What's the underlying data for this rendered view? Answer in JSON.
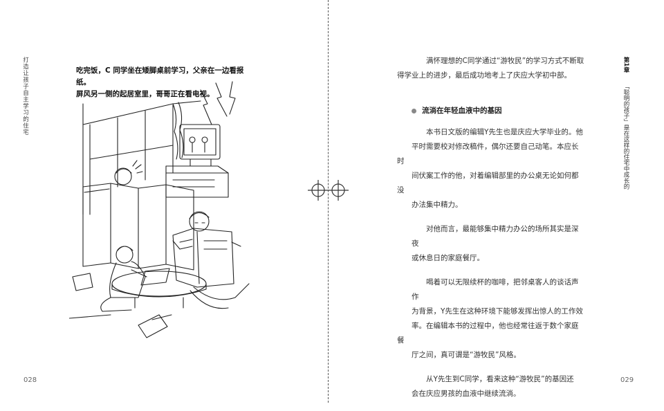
{
  "left_page": {
    "running_title": "打造让孩子自主学习的住宅",
    "caption_line1": "吃完饭，C 同学坐在矮脚桌前学习，父亲在一边看报纸。",
    "caption_line2": "屏风另一侧的起居室里，哥哥正在看电视。",
    "page_number": "028"
  },
  "right_page": {
    "chapter_number": "第1章",
    "chapter_title": "「聪明的孩子」是在这样的住宅中成长的",
    "intro_line1": "满怀理想的C同学通过“游牧民”的学习方式不断取",
    "intro_line2": "得学业上的进步，最后成功地考上了庆应大学初中部。",
    "section_heading": "流淌在年轻血液中的基因",
    "para1_line1": "本书日文版的编辑Y先生也是庆应大学毕业的。他",
    "para1_line2": "平时需要校对修改稿件，偶尔还要自己动笔。本应长时",
    "para1_line3": "间伏案工作的他，对着编辑部里的办公桌无论如何都没",
    "para1_line4": "办法集中精力。",
    "para2_line1": "对他而言，最能够集中精力办公的场所其实是深夜",
    "para2_line2": "或休息日的家庭餐厅。",
    "para3_line1": "喝着可以无限续杯的咖啡，把邻桌客人的谈话声作",
    "para3_line2": "为背景，Y先生在这种环境下能够发挥出惊人的工作效",
    "para3_line3": "率。在编辑本书的过程中，他也经常往返于数个家庭餐",
    "para3_line4": "厅之间，真可谓是“游牧民”风格。",
    "para4_line1": "从Y先生到C同学，看来这种“游牧民”的基因还",
    "para4_line2": "会在庆应男孩的血液中继续流淌。",
    "page_number": "029"
  }
}
